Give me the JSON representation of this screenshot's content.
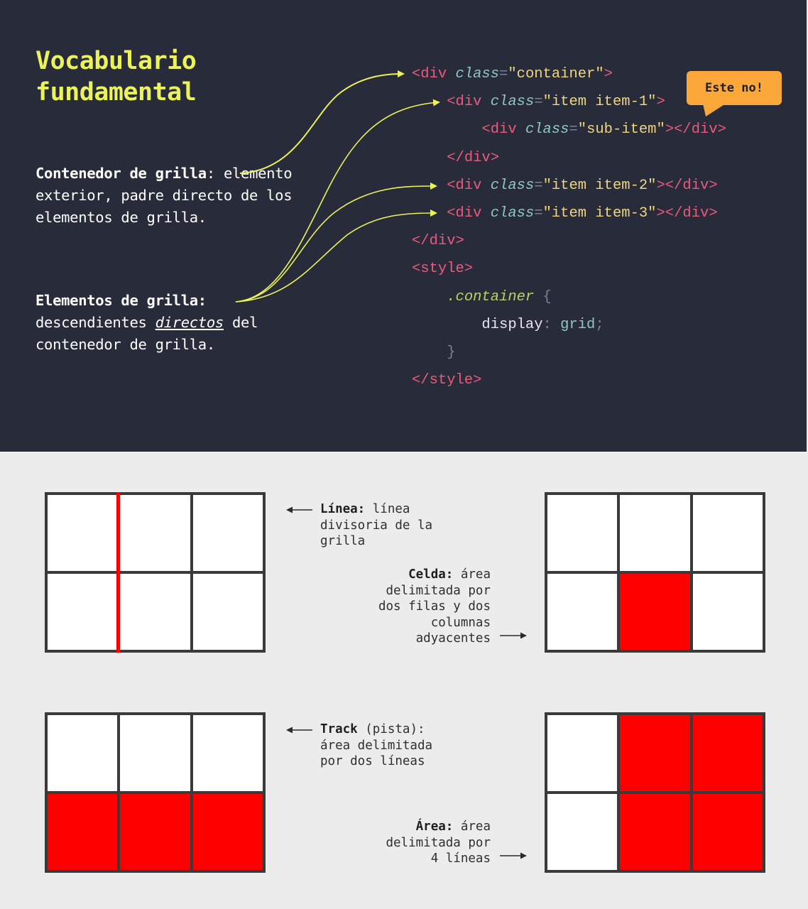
{
  "title": {
    "line1": "Vocabulario",
    "line2": "fundamental"
  },
  "definitions": {
    "container": {
      "term": "Contenedor de grilla",
      "colon": ":",
      "text": "elemento exterior, padre directo de los elementos de grilla."
    },
    "items": {
      "term": "Elementos de grilla:",
      "text_before": "descendientes ",
      "emphasis": "directos",
      "text_after": " del contenedor de grilla."
    }
  },
  "bubble": {
    "label": "Este no!"
  },
  "code": {
    "lines": [
      [
        [
          "tag",
          "<div "
        ],
        [
          "attr",
          "class"
        ],
        [
          "pun",
          "="
        ],
        [
          "str",
          "\"container\""
        ],
        [
          "tag",
          ">"
        ]
      ],
      [
        [
          "ind",
          "    "
        ],
        [
          "tag",
          "<div "
        ],
        [
          "attr",
          "class"
        ],
        [
          "pun",
          "="
        ],
        [
          "str",
          "\"item item-1\""
        ],
        [
          "tag",
          ">"
        ]
      ],
      [
        [
          "ind",
          "        "
        ],
        [
          "tag",
          "<div "
        ],
        [
          "attr",
          "class"
        ],
        [
          "pun",
          "="
        ],
        [
          "str",
          "\"sub-item\""
        ],
        [
          "tag",
          "></div>"
        ]
      ],
      [
        [
          "ind",
          "    "
        ],
        [
          "tag",
          "</div>"
        ]
      ],
      [
        [
          "ind",
          "    "
        ],
        [
          "tag",
          "<div "
        ],
        [
          "attr",
          "class"
        ],
        [
          "pun",
          "="
        ],
        [
          "str",
          "\"item item-2\""
        ],
        [
          "tag",
          "></div>"
        ]
      ],
      [
        [
          "ind",
          "    "
        ],
        [
          "tag",
          "<div "
        ],
        [
          "attr",
          "class"
        ],
        [
          "pun",
          "="
        ],
        [
          "str",
          "\"item item-3\""
        ],
        [
          "tag",
          "></div>"
        ]
      ],
      [
        [
          "tag",
          "</div>"
        ]
      ],
      [
        [
          "tag",
          "<style>"
        ]
      ],
      [
        [
          "ind",
          "    "
        ],
        [
          "sel",
          ".container"
        ],
        [
          "pun",
          " {"
        ]
      ],
      [
        [
          "ind",
          "        "
        ],
        [
          "prop",
          "display"
        ],
        [
          "pun",
          ": "
        ],
        [
          "val",
          "grid"
        ],
        [
          "pun",
          ";"
        ]
      ],
      [
        [
          "ind",
          "    "
        ],
        [
          "pun",
          "}"
        ]
      ],
      [
        [
          "tag",
          "</style>"
        ]
      ]
    ]
  },
  "diagrams": {
    "linea": {
      "term": "Línea:",
      "rest": " línea",
      "line2": "divisoria de la",
      "line3": "grilla"
    },
    "celda": {
      "term": "Celda:",
      "rest": " área",
      "line2": "delimitada por",
      "line3": "dos filas y dos",
      "line4": "columnas",
      "line5": "adyacentes"
    },
    "track": {
      "term": "Track",
      "paren": " (pista):",
      "line2": "área delimitada",
      "line3": "por dos líneas"
    },
    "area": {
      "term": "Área:",
      "rest": " área",
      "line2": "delimitada por",
      "line3": "4 líneas"
    }
  },
  "colors": {
    "highlight": "#ff0000",
    "title": "#ecf25a",
    "background_dark": "#282b3a",
    "bubble": "#fba73a"
  }
}
